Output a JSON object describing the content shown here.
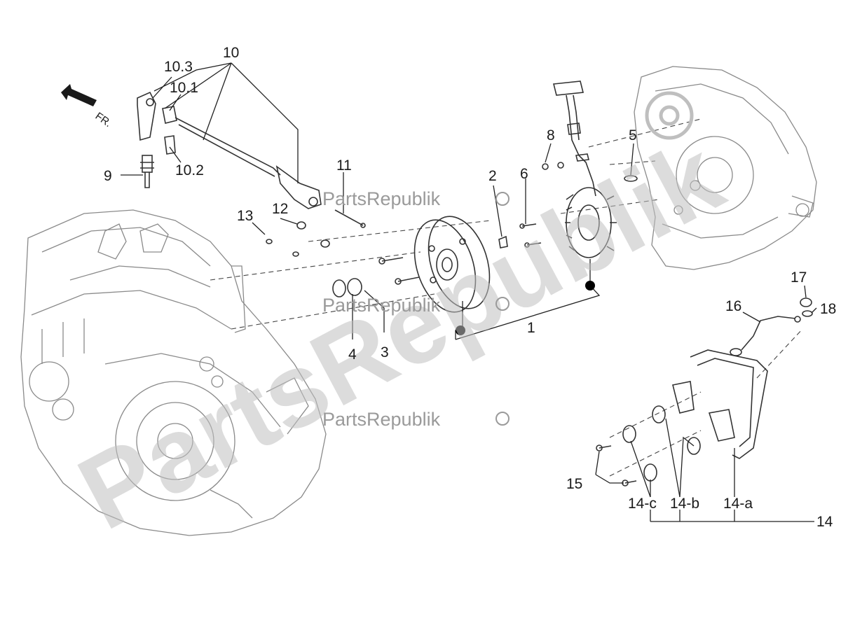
{
  "watermark": {
    "big_text": "PartsRepublik",
    "small_text": "PartsRepublik"
  },
  "direction": {
    "label": "FR."
  },
  "callouts": {
    "c1": "1",
    "c2": "2",
    "c3": "3",
    "c4": "4",
    "c5": "5",
    "c6": "6",
    "c8": "8",
    "c9": "9",
    "c10": "10",
    "c10_1": "10.1",
    "c10_2": "10.2",
    "c10_3": "10.3",
    "c11": "11",
    "c12": "12",
    "c13": "13",
    "c14": "14",
    "c14_a": "14-a",
    "c14_b": "14-b",
    "c14_c": "14-c",
    "c15": "15",
    "c16": "16",
    "c17": "17",
    "c18": "18"
  },
  "colors": {
    "line": "#333333",
    "ghost_line": "#8a8a8a",
    "watermark": "#bfbfbf",
    "marker": "#000000"
  }
}
